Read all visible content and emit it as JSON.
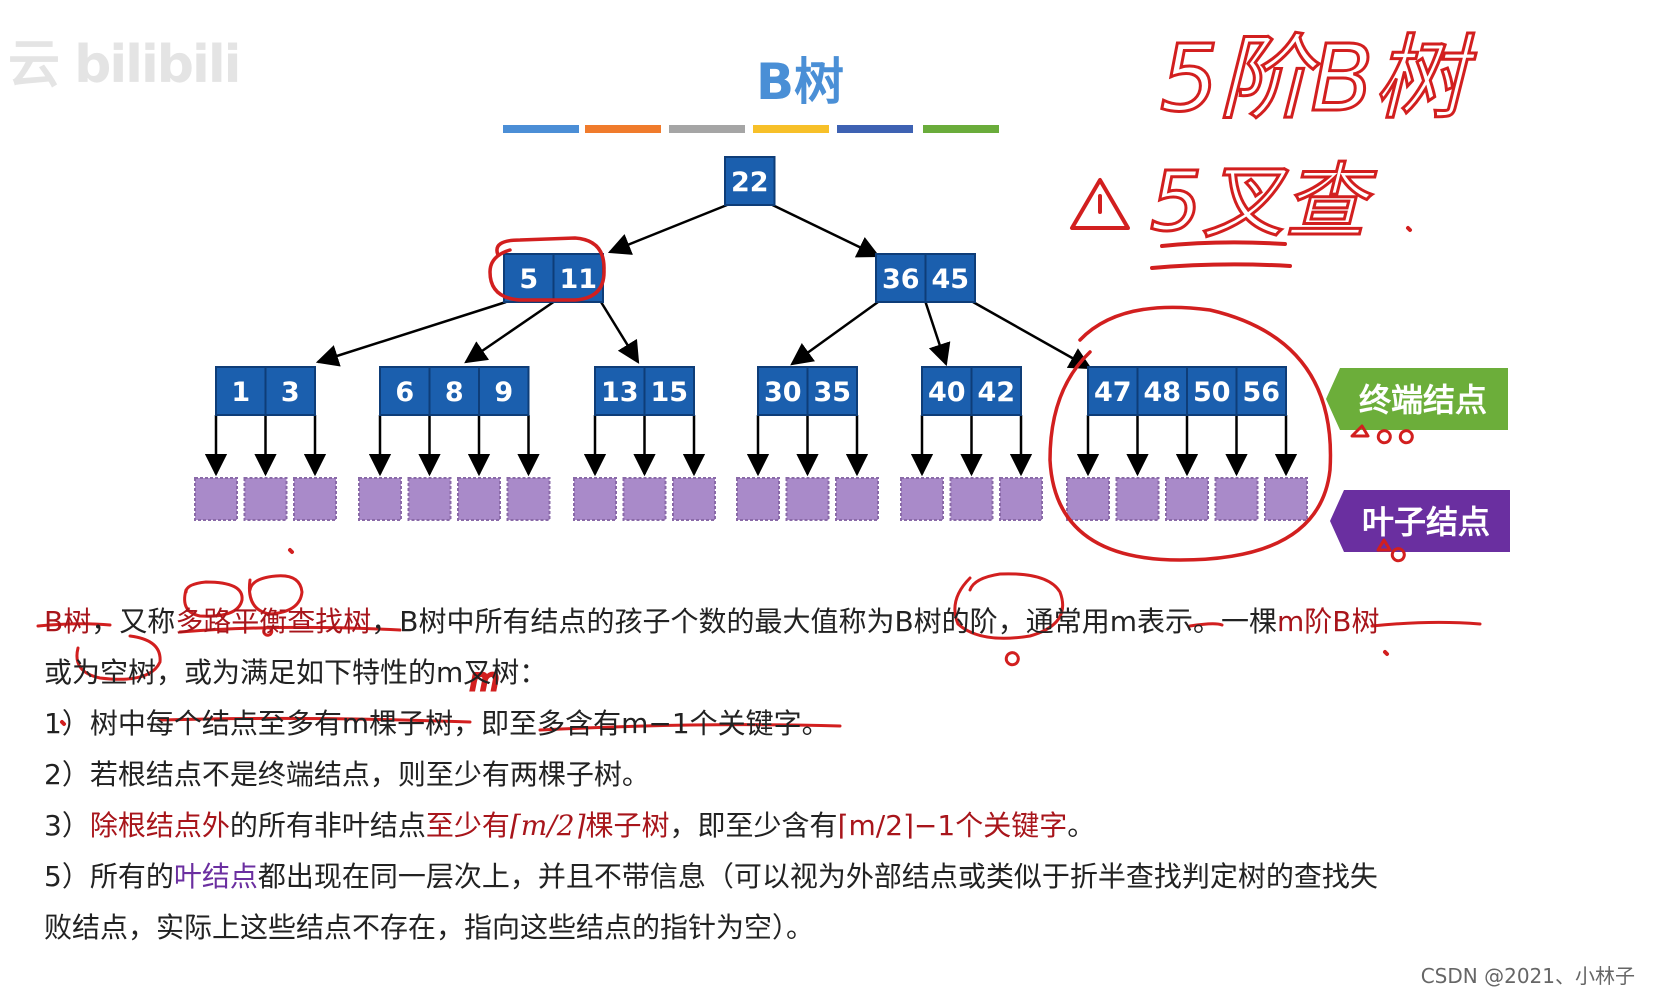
{
  "watermark": "云 bilibili",
  "title": "B树",
  "colors": {
    "node_fill": "#1b5fae",
    "node_stroke": "#0e3d78",
    "leaf_fill": "#a98ac9",
    "leaf_stroke": "#8a6aa8",
    "terminal_badge": "#6cae3a",
    "leaf_badge": "#6a2fa0",
    "ink": "#d21f1f",
    "text_red": "#a8151b",
    "title_blue": "#4a8fd6"
  },
  "color_bar": [
    "#4b8ed6",
    "#f07b2c",
    "#a5a5a5",
    "#f7c029",
    "#3e62b3",
    "#6aac3b"
  ],
  "tree": {
    "root": [
      "22"
    ],
    "level2": [
      [
        "5",
        "11"
      ],
      [
        "36",
        "45"
      ]
    ],
    "level3": [
      [
        "1",
        "3"
      ],
      [
        "6",
        "8",
        "9"
      ],
      [
        "13",
        "15"
      ],
      [
        "30",
        "35"
      ],
      [
        "40",
        "42"
      ],
      [
        "47",
        "48",
        "50",
        "56"
      ]
    ]
  },
  "badges": {
    "terminal": "终端结点",
    "leaf": "叶子结点"
  },
  "handwriting": {
    "line1": "5阶B树",
    "line2": "5叉查",
    "mark_m": "m"
  },
  "text": {
    "l1": {
      "a": "B树",
      "b": "，又称",
      "c": "多路平衡查找树",
      "d": "，B树中所有结点的孩子个数的最大值称为",
      "e": "B树的阶",
      "f": "，通常用m表示。一棵",
      "g": "m阶B树"
    },
    "l2": "或为空树，或为满足如下特性的m叉树：",
    "l3": "1）树中每个结点至多有m棵子树，即至多含有m−1个关键字。",
    "l4": "2）若根结点不是终端结点，则至少有两棵子树。",
    "l5": {
      "a": "3）",
      "b": "除根结点外",
      "c": "的所有非叶结点",
      "d": "至少有",
      "e": "⌈m/2⌉",
      "f": "棵子树",
      "g": "，即至少含有",
      "h": "⌈m/2⌉−1个关键字",
      "i": "。"
    },
    "l6": {
      "a": "5）所有的",
      "b": "叶结点",
      "c": "都出现在同一层次上，并且不带信息（可以视为外部结点或类似于折半查找判定树的查找失"
    },
    "l7": "败结点，实际上这些结点不存在，指向这些结点的指针为空）。"
  },
  "credit": "CSDN @2021、小林子"
}
